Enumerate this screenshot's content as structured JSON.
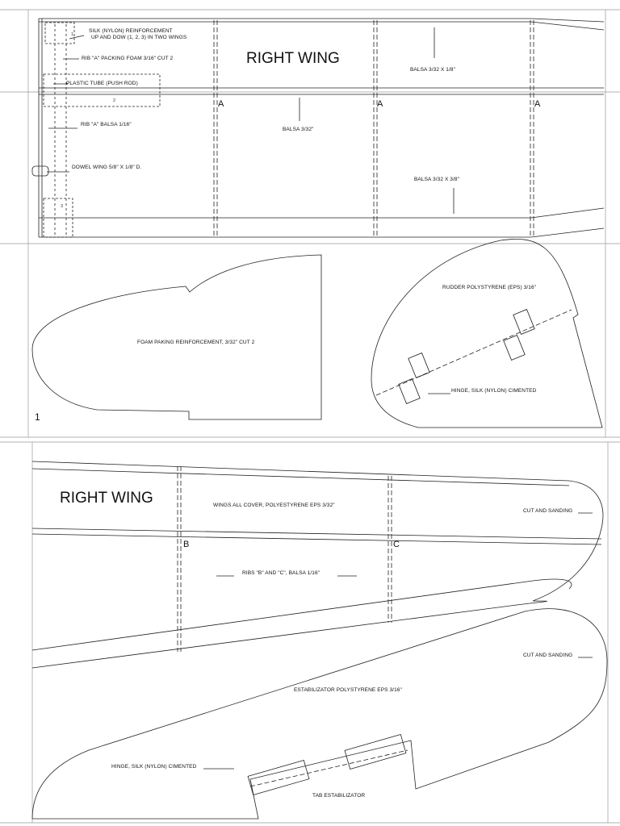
{
  "sheet1": {
    "page_number": "1",
    "wing_title": "RIGHT WING",
    "rib_markers": [
      "A",
      "A",
      "A"
    ],
    "small_numbers": [
      "1",
      "2",
      "3"
    ],
    "labels": {
      "silk_reinforcement_1": "SILK (NYLON) REINFORCEMENT",
      "silk_reinforcement_2": "UP AND DOW (1, 2, 3) IN TWO WINGS",
      "rib_a_foam": "RIB \"A\" PACKING FOAM  3/16\"  CUT 2",
      "plastic_tube": "PLASTIC TUBE (PUSH ROD)",
      "rib_a_balsa": "RIB \"A\" BALSA 1/16\"",
      "dowel_wing": "DOWEL WING  5/8\" X 1/8\" D.",
      "balsa_3_32": "BALSA 3/32\"",
      "balsa_3_32x1_8": "BALSA 3/32 X 1/8\"",
      "balsa_3_32x3_8": "BALSA 3/32 X 3/8\"",
      "foam_reinforcement": "FOAM PAKING REINFORCEMENT, 3/32\" CUT 2",
      "rudder": "RUDDER POLYSTYRENE (EPS) 3/16\"",
      "hinge": "HINGE, SILK (NYLON) CIMENTED"
    }
  },
  "sheet2": {
    "wing_title": "RIGHT WING",
    "rib_markers": [
      "B",
      "C"
    ],
    "labels": {
      "wings_cover": "WINGS ALL COVER, POLYESTYRENE EPS 3/32\"",
      "cut_sanding_1": "CUT AND SANDING",
      "ribs_b_c": "RIBS \"B\" AND \"C\", BALSA 1/16\"",
      "cut_sanding_2": "CUT AND SANDING",
      "estabilizator": "ESTABILIZATOR POLYSTYRENE EPS 3/16\"",
      "hinge": "HINGE, SILK (NYLON) CIMENTED",
      "tab": "TAB ESTABILIZATOR"
    }
  },
  "colors": {
    "ink": "#111111",
    "paper": "#ffffff",
    "sheet_border": "#888888"
  }
}
